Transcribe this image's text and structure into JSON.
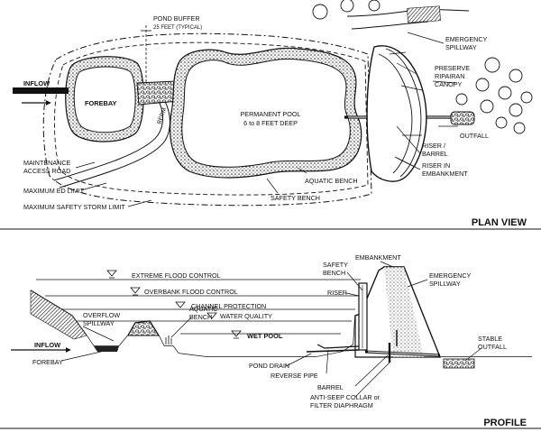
{
  "plan": {
    "title": "PLAN VIEW",
    "labels": {
      "pond_buffer_1": "POND BUFFER",
      "pond_buffer_2": "25 FEET (TYPICAL)",
      "inflow": "INFLOW",
      "forebay": "FOREBAY",
      "berm": "BERM",
      "permanent_pool_1": "PERMANENT POOL",
      "permanent_pool_2": "6 to 8 FEET DEEP",
      "emergency_spillway_1": "EMERGENCY",
      "emergency_spillway_2": "SPILLWAY",
      "preserve_1": "PRESERVE",
      "preserve_2": "RIPAIRAN",
      "preserve_3": "CANOPY",
      "outfall": "OUTFALL",
      "riser_barrel_1": "RISER /",
      "riser_barrel_2": "BARREL",
      "riser_embankment_1": "RISER IN",
      "riser_embankment_2": "EMBANKMENT",
      "aquatic_bench": "AQUATIC BENCH",
      "safety_bench": "SAFETY BENCH",
      "maintenance_road_1": "MAINTENANCE",
      "maintenance_road_2": "ACCESS ROAD",
      "max_ed_limit": "MAXIMUM ED LIMIT",
      "max_safety_storm": "MAXIMUM SAFETY STORM LIMIT"
    }
  },
  "profile": {
    "title": "PROFILE",
    "labels": {
      "extreme_flood": "EXTREME FLOOD CONTROL",
      "overbank_flood": "OVERBANK FLOOD CONTROL",
      "channel_protection": "CHANNEL PROTECTION",
      "water_quality": "WATER QUALITY",
      "wet_pool": "WET POOL",
      "overflow_spillway_1": "OVERFLOW",
      "overflow_spillway_2": "SPILLWAY",
      "inflow": "INFLOW",
      "forebay": "FOREBAY",
      "aquatic_bench_1": "AQUATIC",
      "aquatic_bench_2": "BENCH",
      "safety_bench_1": "SAFETY",
      "safety_bench_2": "BENCH",
      "riser": "RISER",
      "embankment": "EMBANKMENT",
      "emergency_spillway_1": "EMERGENCY",
      "emergency_spillway_2": "SPILLWAY",
      "stable_outfall_1": "STABLE",
      "stable_outfall_2": "OUTFALL",
      "pond_drain": "POND DRAIN",
      "reverse_pipe": "REVERSE PIPE",
      "barrel": "BARREL",
      "anti_seep_1": "ANTI-SEEP COLLAR or",
      "anti_seep_2": "FILTER DIAPHRAGM"
    }
  }
}
